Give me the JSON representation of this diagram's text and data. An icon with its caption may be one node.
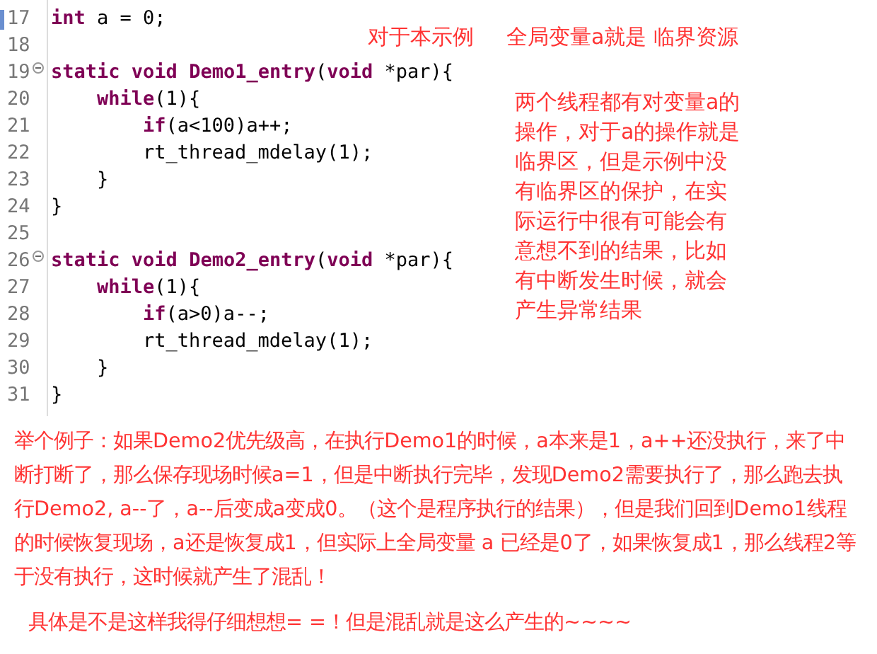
{
  "diagram": {
    "labels": [
      "17",
      "**int** a = 0;",
      "18",
      "19",
      "**static** **void** **Demo1_entry**(**void** *par){",
      "20",
      "    **while**(1){",
      "21",
      "        **if**(a<100)a++;",
      "22",
      "        rt_thread_mdelay(1);",
      "23",
      "    }",
      "24",
      "}",
      "25",
      "26",
      "**static** **void** **Demo2_entry**(**void** *par){",
      "27",
      "    **while**(1){",
      "28",
      "        **if**(a>0)a--;",
      "29",
      "        rt_thread_mdelay(1);",
      "30",
      "    }",
      "31",
      "}",
      "对于本示例",
      "全局变量a就是 临界资源",
      "两个线程都有对变量a的操作，对于a的操作就是临界区，但是示例中没有临界区的保护，在实际运行中很有可能会有意想不到的结果，比如有中断发生时候，就会产生异常结果",
      "举个例子：如果Demo2优先级高，在执行Demo1的时候，a本来是1，a++还没执行，来了中断打断了，那么保存现场时候a=1，但是中断执行完毕，发现Demo2需要执行了，那么跑去执行Demo2, a--了，a--后变成a变成0。（这个是程序执行的结果），但是我们回到Demo1线程的时候恢复现场，a还是恢复成1，但实际上全局变量 a 已经是0了，如果恢复成1，那么线程2等于没有执行，这时候就产生了混乱！",
      "具体是不是这样我得仔细想想= =！但是混乱就是这么产生的~~~~"
    ]
  }
}
